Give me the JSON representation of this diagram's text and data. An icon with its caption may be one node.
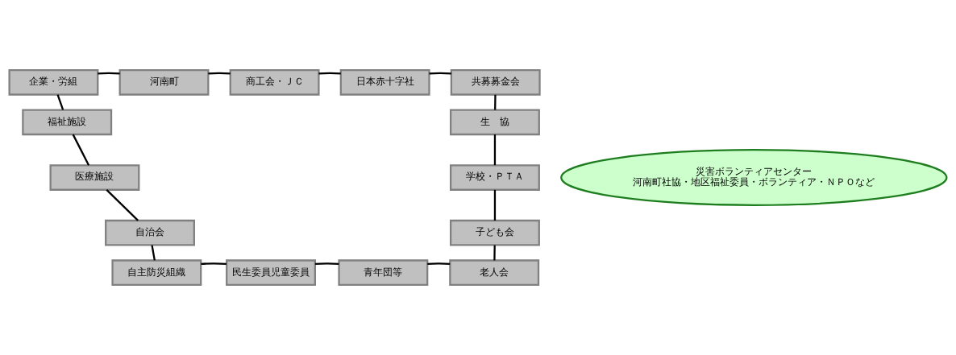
{
  "diagram": {
    "nodes": [
      {
        "text": [
          "企業・労組"
        ]
      },
      {
        "text": [
          "河南町"
        ]
      },
      {
        "text": [
          "商工会・ＪＣ"
        ]
      },
      {
        "text": [
          "日本赤十字社"
        ]
      },
      {
        "text": [
          "共募募金会"
        ]
      },
      {
        "text": [
          "福祉施設"
        ]
      },
      {
        "text": [
          "生　協"
        ]
      },
      {
        "text": [
          "災害ボランティアセンター",
          "河南町社協・地区福祉委員・ボランティア・ＮＰＯなど"
        ]
      },
      {
        "text": [
          "医療施設"
        ]
      },
      {
        "text": [
          "学校・ＰＴＡ"
        ]
      },
      {
        "text": [
          "自治会"
        ]
      },
      {
        "text": [
          "子ども会"
        ]
      },
      {
        "text": [
          "自主防災組織"
        ]
      },
      {
        "text": [
          "民生委員児童委員"
        ]
      },
      {
        "text": [
          "青年団等"
        ]
      },
      {
        "text": [
          "老人会"
        ]
      }
    ],
    "edges": [
      {
        "from": 0,
        "to": 1,
        "arrow": "none"
      },
      {
        "from": 1,
        "to": 2,
        "arrow": "none"
      },
      {
        "from": 2,
        "to": 3,
        "arrow": "none"
      },
      {
        "from": 3,
        "to": 4,
        "arrow": "none"
      },
      {
        "from": 0,
        "to": 5,
        "arrow": "none"
      },
      {
        "from": 5,
        "to": 8,
        "arrow": "none"
      },
      {
        "from": 8,
        "to": 10,
        "arrow": "none"
      },
      {
        "from": 10,
        "to": 12,
        "arrow": "none"
      },
      {
        "from": 12,
        "to": 13,
        "arrow": "none"
      },
      {
        "from": 13,
        "to": 14,
        "arrow": "none"
      },
      {
        "from": 14,
        "to": 15,
        "arrow": "none"
      },
      {
        "from": 4,
        "to": 6,
        "arrow": "none"
      },
      {
        "from": 6,
        "to": 9,
        "arrow": "none"
      },
      {
        "from": 9,
        "to": 11,
        "arrow": "none"
      },
      {
        "from": 11,
        "to": 15,
        "arrow": "none"
      }
    ]
  }
}
